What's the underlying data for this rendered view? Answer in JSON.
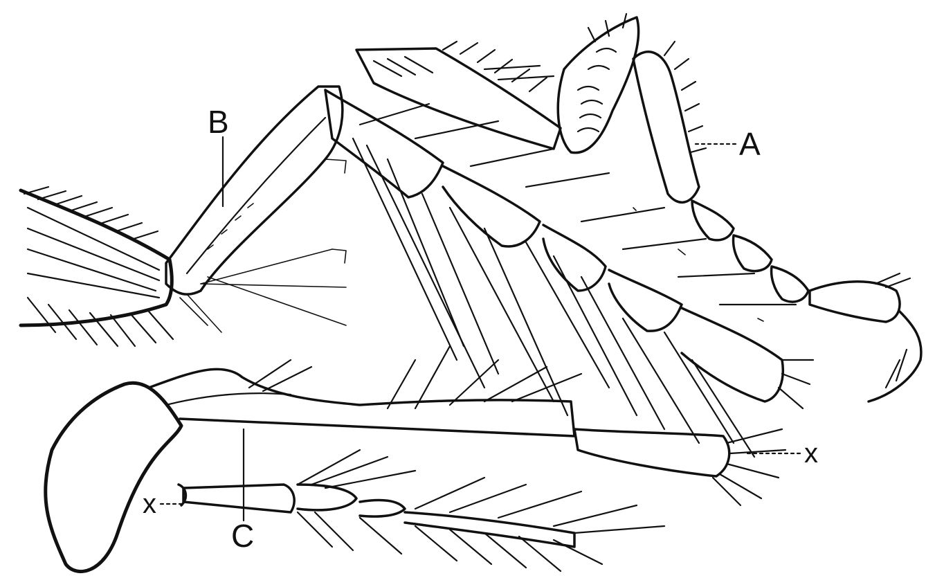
{
  "labels": {
    "a": "A",
    "b": "B",
    "c": "C",
    "x_right": "x",
    "x_left": "x"
  },
  "colors": {
    "ink": "#111111",
    "paper": "#ffffff"
  }
}
